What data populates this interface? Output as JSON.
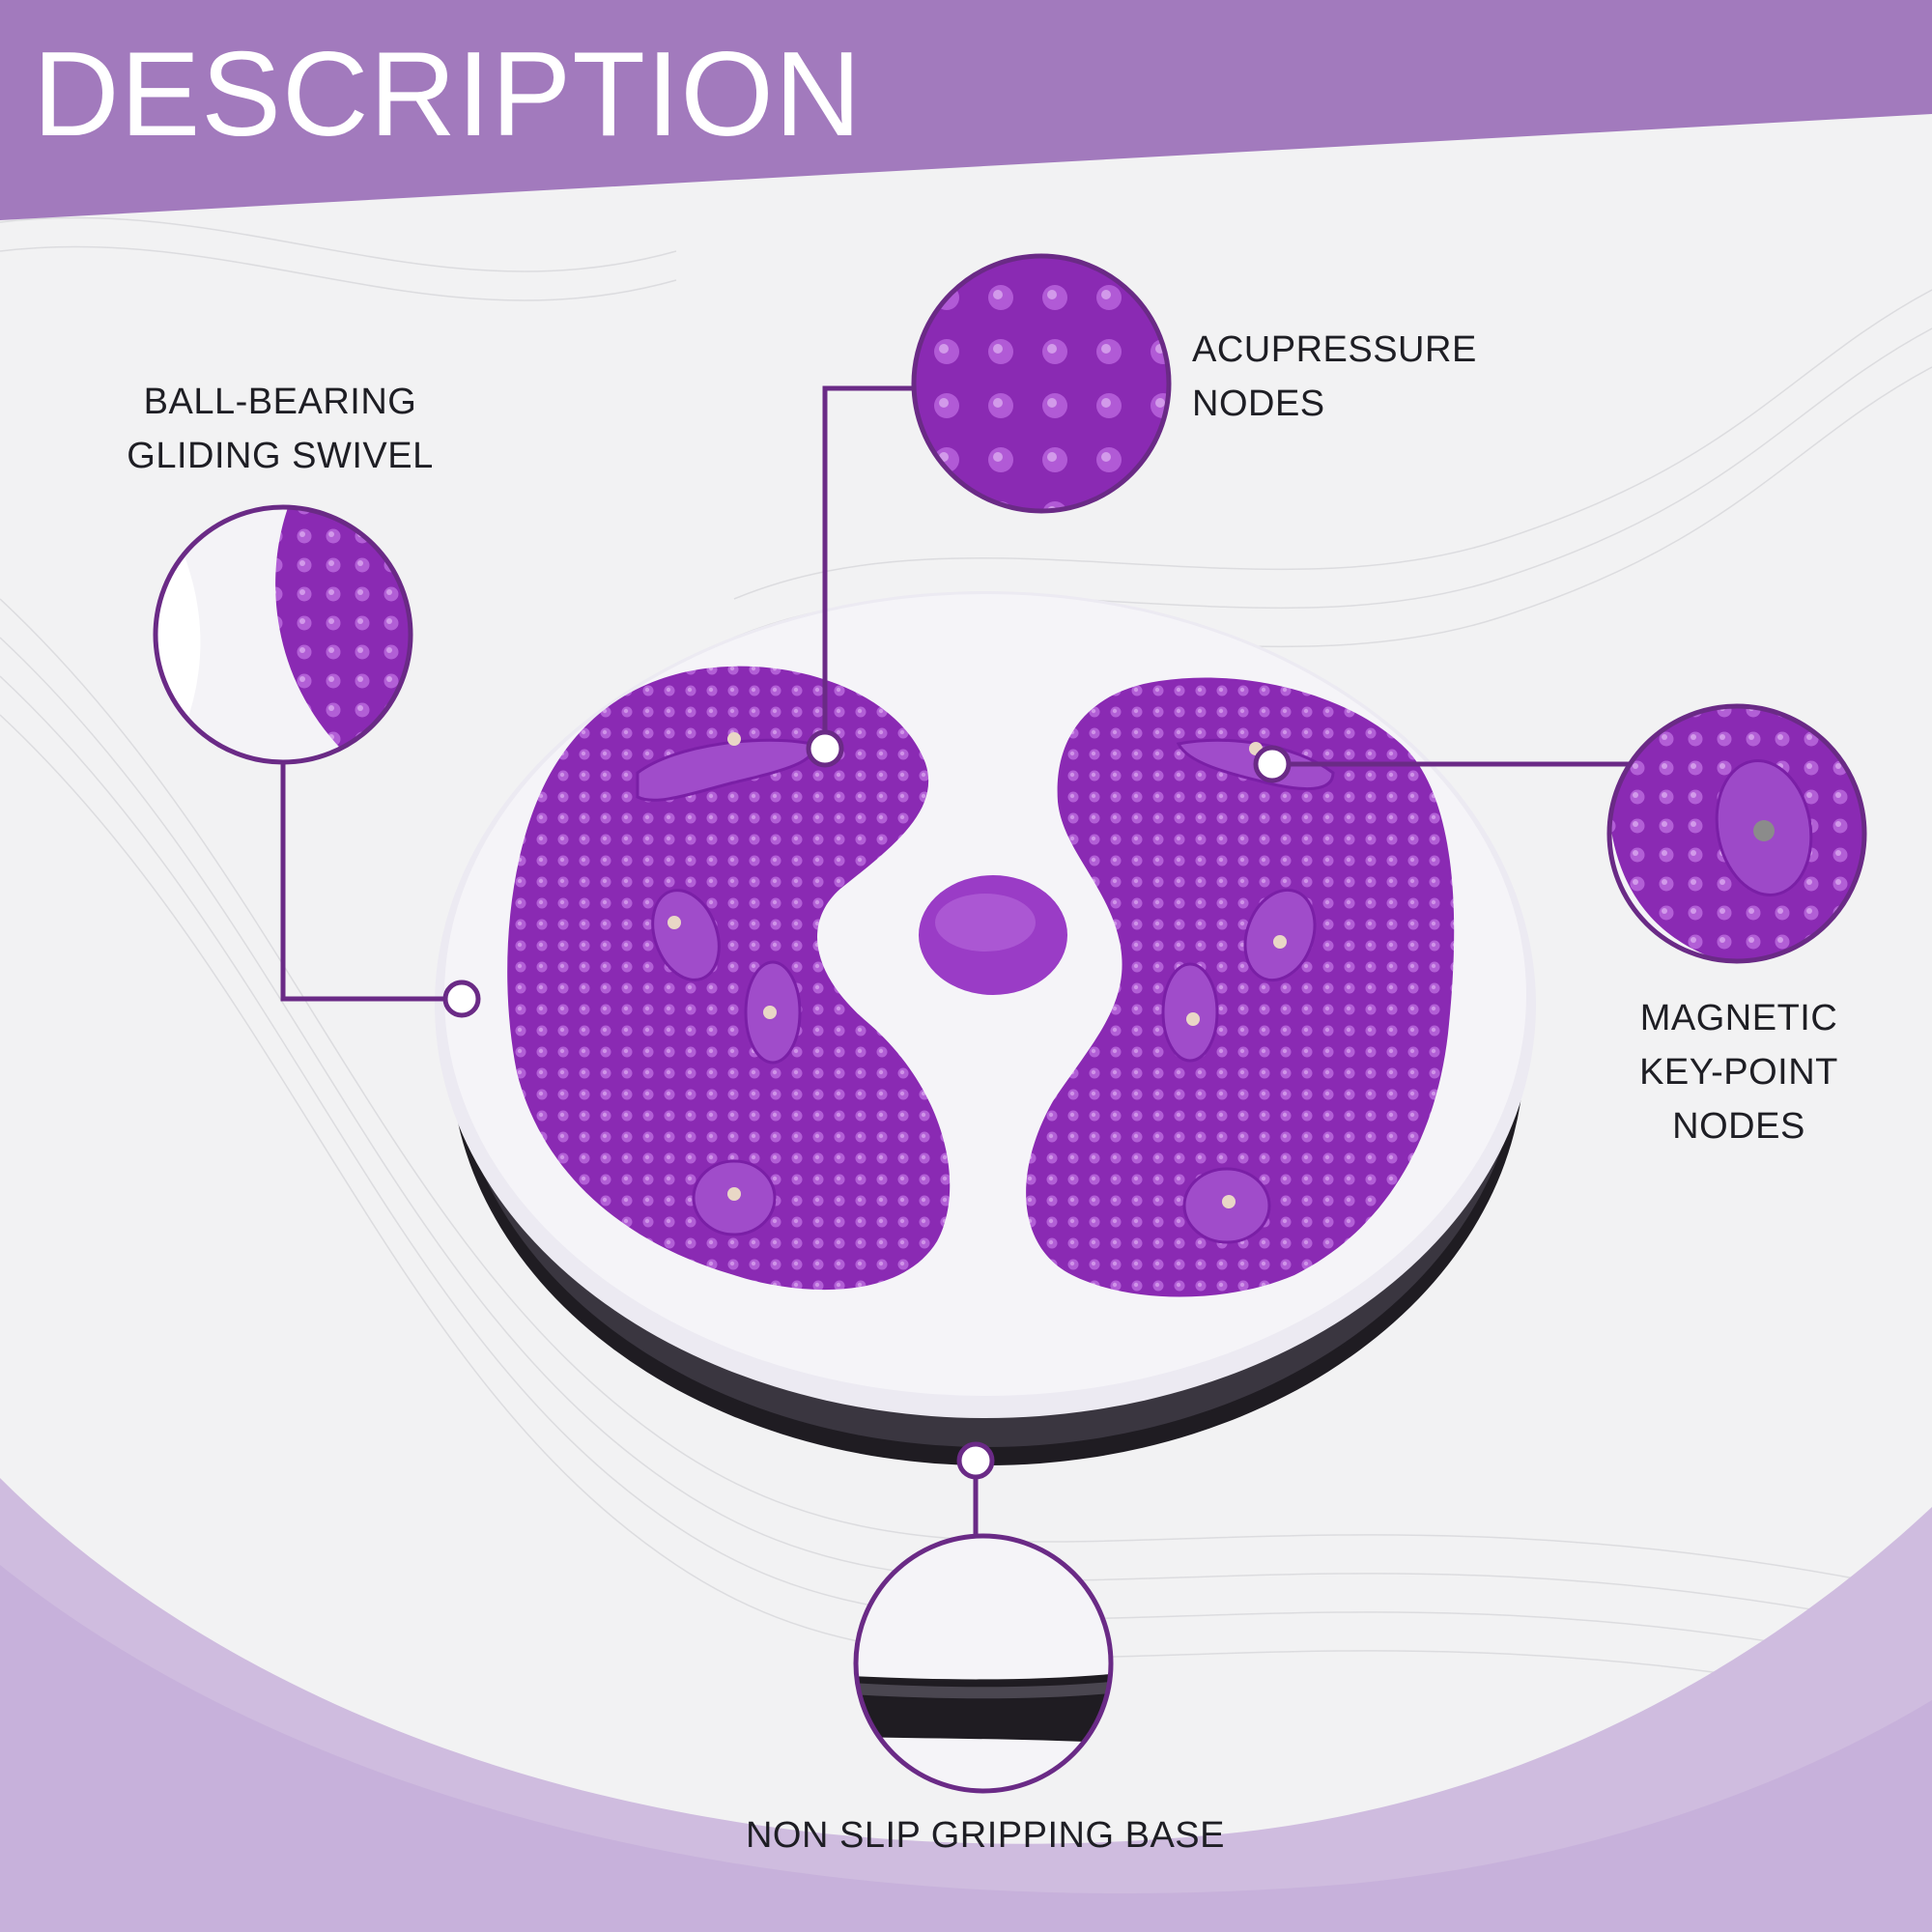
{
  "header": {
    "title": "DESCRIPTION"
  },
  "callouts": {
    "swivel": {
      "lines": [
        "BALL-BEARING",
        "GLIDING SWIVEL"
      ]
    },
    "acupressure": {
      "lines": [
        "ACUPRESSURE",
        "NODES"
      ]
    },
    "magnetic": {
      "lines": [
        "MAGNETIC",
        "KEY-POINT",
        "NODES"
      ]
    },
    "base": {
      "lines": [
        "NON SLIP GRIPPING BASE"
      ]
    }
  },
  "colors": {
    "accent": "#a37abd",
    "product_purple": "#8e2bb5",
    "line_purple": "#6a2a86"
  }
}
